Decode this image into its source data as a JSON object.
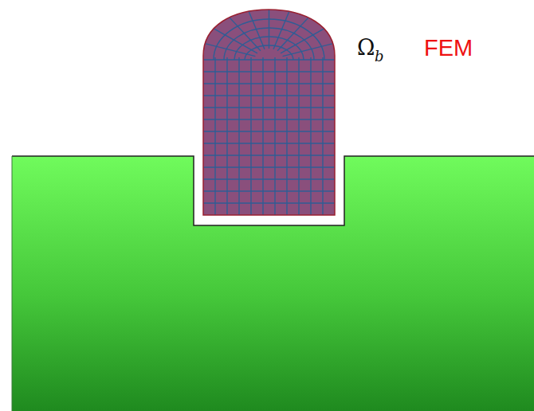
{
  "diagram": {
    "labels": [
      "Ω",
      "b",
      "FEM"
    ]
  }
}
